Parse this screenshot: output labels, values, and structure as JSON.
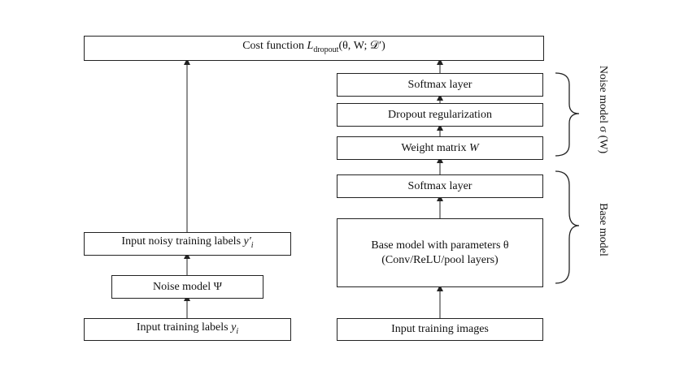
{
  "diagram": {
    "cost_function": {
      "prefix": "Cost function",
      "symbol": "L",
      "subscript": "dropout",
      "args": "(θ, W; 𝒟′)"
    },
    "left_column": {
      "noisy_labels": {
        "text": "Input noisy training labels",
        "symbol": "y′",
        "subscript": "i"
      },
      "noise_model": {
        "text": "Noise model",
        "symbol": "Ψ"
      },
      "training_labels": {
        "text": "Input training labels",
        "symbol": "y",
        "subscript": "i"
      }
    },
    "right_column": {
      "softmax_top": "Softmax layer",
      "dropout": "Dropout regularization",
      "weight_matrix": {
        "text": "Weight matrix",
        "symbol": "W"
      },
      "softmax_bottom": "Softmax layer",
      "base_model_line1": "Base model with parameters θ",
      "base_model_line2": "(Conv/ReLU/pool layers)",
      "training_images": "Input training images"
    },
    "braces": {
      "noise_model_label": "Noise model  σ (W)",
      "base_model_label": "Base model"
    }
  }
}
